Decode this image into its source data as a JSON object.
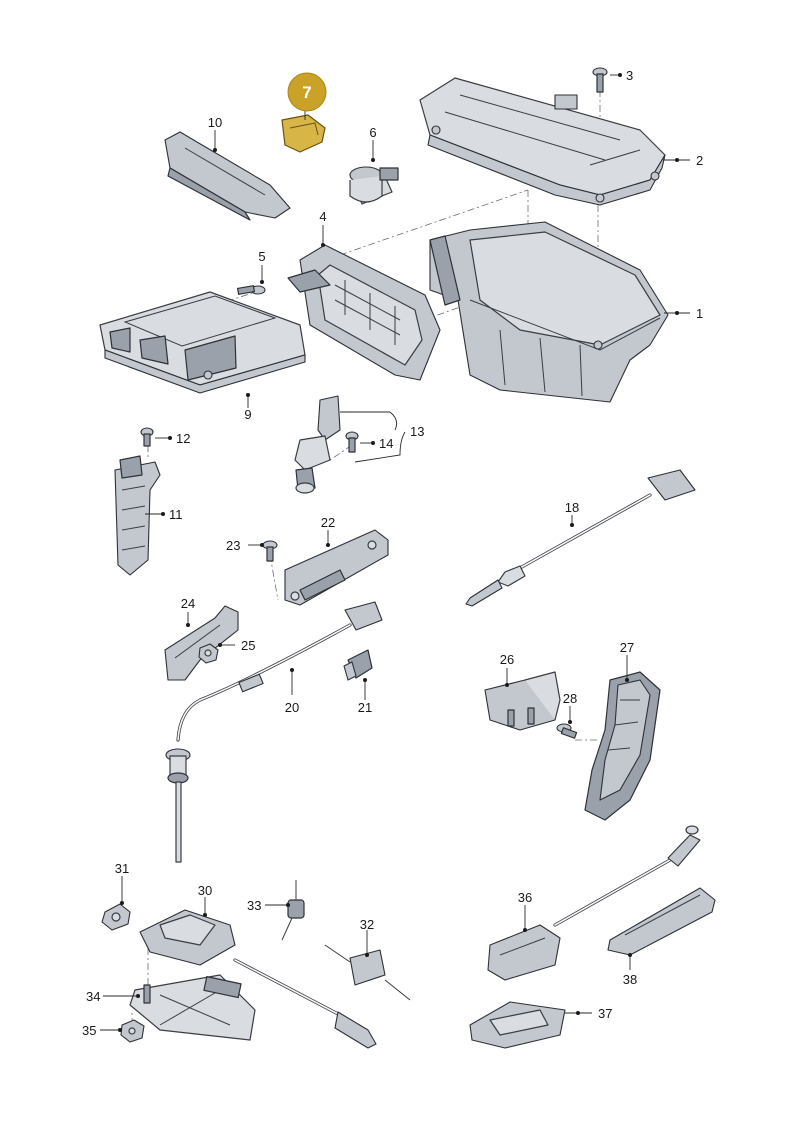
{
  "diagram": {
    "highlighted_part": "7",
    "highlight_color": "#c9a227",
    "callouts": [
      "1",
      "2",
      "3",
      "4",
      "5",
      "6",
      "7",
      "9",
      "10",
      "11",
      "12",
      "13",
      "14",
      "18",
      "20",
      "21",
      "22",
      "23",
      "24",
      "25",
      "26",
      "27",
      "28",
      "30",
      "31",
      "32",
      "33",
      "34",
      "35",
      "36",
      "37",
      "38"
    ]
  }
}
